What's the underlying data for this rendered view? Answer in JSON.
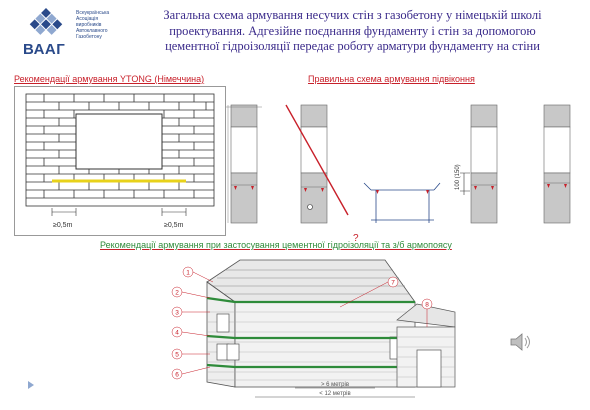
{
  "logo": {
    "org_lines": [
      "Всеукраїнська",
      "Асоціація",
      "виробників",
      "Автоклавного",
      "Газобетону"
    ],
    "abbr": "ВААГ"
  },
  "title": {
    "line1": "Загальна схема армування несучих стін з газобетону у німецькій школі",
    "line2": "проектування. Адгезійне поєднання фундаменту і стін за допомогою",
    "line3": "цементної гідроізоляції передає роботу арматури фундаменту на стіни"
  },
  "section_ytong": {
    "label": "Рекомендації армування YTONG (Німеччина)",
    "dim_left": "≥0,5m",
    "dim_right": "≥0,5m"
  },
  "section_sill": {
    "label": "Правильна схема армування підвіконня",
    "dim": "100 (150)",
    "question_mark": "?"
  },
  "section_bottom": {
    "label": "Рекомендації армування при застосування цементної гідроізоляції та з/б армопоясу",
    "callouts": [
      "1",
      "2",
      "3",
      "4",
      "5",
      "6",
      "7",
      "8"
    ],
    "dim_inner": "> 6 метрів",
    "dim_outer": "< 12 метрів"
  },
  "colors": {
    "title": "#3a2a8a",
    "red": "#c8202a",
    "green": "#2e8b3a",
    "yellow": "#e8d21a",
    "logo": "#2a4a8a"
  }
}
